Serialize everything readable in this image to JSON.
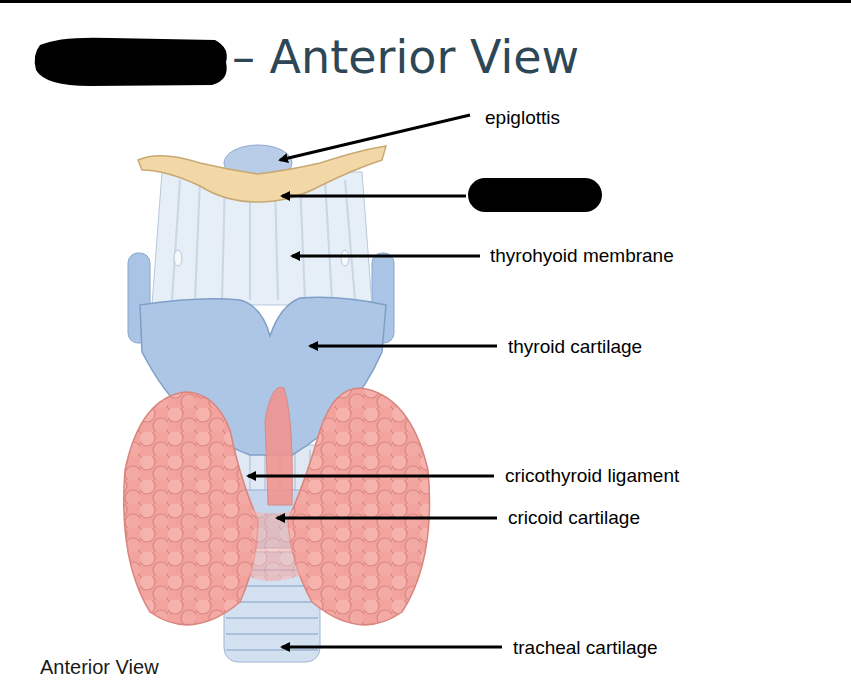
{
  "diagram": {
    "title": "– Anterior View",
    "caption": "Anterior View",
    "labels": [
      "epiglottis",
      "thyrohyoid membrane",
      "thyroid cartilage",
      "cricothyroid ligament",
      "cricoid cartilage",
      "tracheal cartilage"
    ]
  }
}
